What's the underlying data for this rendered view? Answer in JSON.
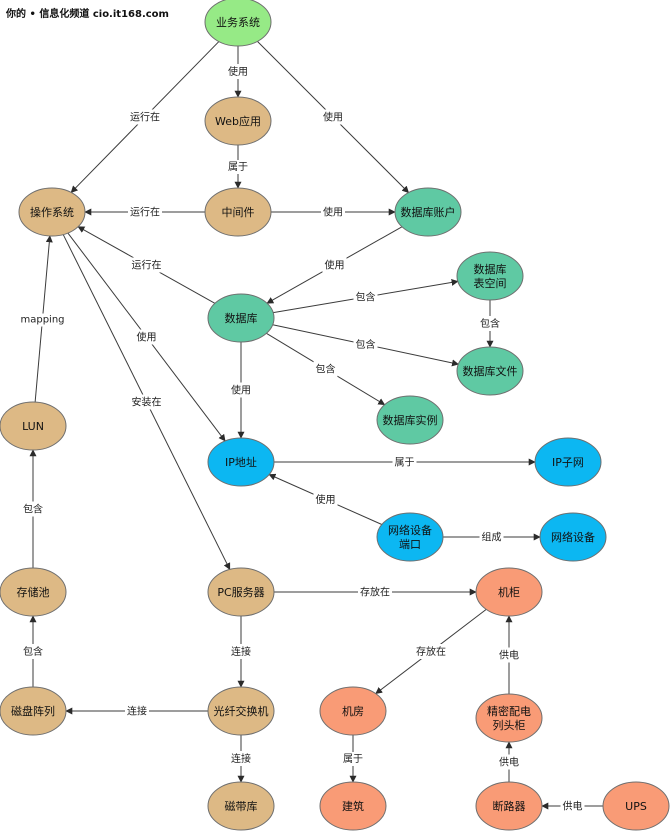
{
  "watermark": "你的 • 信息化频道 cio.it168.com",
  "colors": {
    "green": "#96ea86",
    "teal": "#5fc9a3",
    "tan": "#ddb985",
    "blue": "#0cb7f2",
    "salmon": "#f99b76"
  },
  "nodes": [
    {
      "id": "business",
      "lines": [
        "业务系统"
      ],
      "color": "green"
    },
    {
      "id": "web",
      "lines": [
        "Web应用"
      ],
      "color": "tan"
    },
    {
      "id": "middleware",
      "lines": [
        "中间件"
      ],
      "color": "tan"
    },
    {
      "id": "os",
      "lines": [
        "操作系统"
      ],
      "color": "tan"
    },
    {
      "id": "dbaccount",
      "lines": [
        "数据库账户"
      ],
      "color": "teal"
    },
    {
      "id": "tablespace",
      "lines": [
        "数据库",
        "表空间"
      ],
      "color": "teal"
    },
    {
      "id": "db",
      "lines": [
        "数据库"
      ],
      "color": "teal"
    },
    {
      "id": "dbfile",
      "lines": [
        "数据库文件"
      ],
      "color": "teal"
    },
    {
      "id": "dbinstance",
      "lines": [
        "数据库实例"
      ],
      "color": "teal"
    },
    {
      "id": "lun",
      "lines": [
        "LUN"
      ],
      "color": "tan"
    },
    {
      "id": "ip",
      "lines": [
        "IP地址"
      ],
      "color": "blue"
    },
    {
      "id": "subnet",
      "lines": [
        "IP子网"
      ],
      "color": "blue"
    },
    {
      "id": "netport",
      "lines": [
        "网络设备",
        "端口"
      ],
      "color": "blue"
    },
    {
      "id": "netdev",
      "lines": [
        "网络设备"
      ],
      "color": "blue"
    },
    {
      "id": "pool",
      "lines": [
        "存储池"
      ],
      "color": "tan"
    },
    {
      "id": "pc",
      "lines": [
        "PC服务器"
      ],
      "color": "tan"
    },
    {
      "id": "rack",
      "lines": [
        "机柜"
      ],
      "color": "salmon"
    },
    {
      "id": "room",
      "lines": [
        "机房"
      ],
      "color": "salmon"
    },
    {
      "id": "pdu",
      "lines": [
        "精密配电",
        "列头柜"
      ],
      "color": "salmon"
    },
    {
      "id": "array",
      "lines": [
        "磁盘阵列"
      ],
      "color": "tan"
    },
    {
      "id": "fcswitch",
      "lines": [
        "光纤交换机"
      ],
      "color": "tan"
    },
    {
      "id": "building",
      "lines": [
        "建筑"
      ],
      "color": "salmon"
    },
    {
      "id": "breaker",
      "lines": [
        "断路器"
      ],
      "color": "salmon"
    },
    {
      "id": "ups",
      "lines": [
        "UPS"
      ],
      "color": "salmon"
    },
    {
      "id": "tape",
      "lines": [
        "磁带库"
      ],
      "color": "tan"
    }
  ],
  "edges": [
    {
      "from": "business",
      "to": "web",
      "label": "使用"
    },
    {
      "from": "business",
      "to": "os",
      "label": "运行在"
    },
    {
      "from": "business",
      "to": "dbaccount",
      "label": "使用"
    },
    {
      "from": "web",
      "to": "middleware",
      "label": "属于"
    },
    {
      "from": "middleware",
      "to": "os",
      "label": "运行在"
    },
    {
      "from": "middleware",
      "to": "dbaccount",
      "label": "使用"
    },
    {
      "from": "dbaccount",
      "to": "db",
      "label": "使用"
    },
    {
      "from": "db",
      "to": "os",
      "label": "运行在"
    },
    {
      "from": "db",
      "to": "tablespace",
      "label": "包含"
    },
    {
      "from": "tablespace",
      "to": "dbfile",
      "label": "包含"
    },
    {
      "from": "db",
      "to": "dbfile",
      "label": "包含"
    },
    {
      "from": "db",
      "to": "dbinstance",
      "label": "包含"
    },
    {
      "from": "db",
      "to": "ip",
      "label": "使用"
    },
    {
      "from": "os",
      "to": "ip",
      "label": "使用"
    },
    {
      "from": "os",
      "to": "pc",
      "label": "安装在"
    },
    {
      "from": "lun",
      "to": "os",
      "label": "mapping"
    },
    {
      "from": "ip",
      "to": "subnet",
      "label": "属于"
    },
    {
      "from": "netport",
      "to": "ip",
      "label": "使用"
    },
    {
      "from": "netport",
      "to": "netdev",
      "label": "组成"
    },
    {
      "from": "pool",
      "to": "lun",
      "label": "包含"
    },
    {
      "from": "array",
      "to": "pool",
      "label": "包含"
    },
    {
      "from": "pc",
      "to": "rack",
      "label": "存放在"
    },
    {
      "from": "pc",
      "to": "fcswitch",
      "label": "连接"
    },
    {
      "from": "fcswitch",
      "to": "array",
      "label": "连接"
    },
    {
      "from": "fcswitch",
      "to": "tape",
      "label": "连接"
    },
    {
      "from": "rack",
      "to": "room",
      "label": "存放在"
    },
    {
      "from": "pdu",
      "to": "rack",
      "label": "供电"
    },
    {
      "from": "room",
      "to": "building",
      "label": "属于"
    },
    {
      "from": "breaker",
      "to": "pdu",
      "label": "供电"
    },
    {
      "from": "ups",
      "to": "breaker",
      "label": "供电"
    }
  ]
}
